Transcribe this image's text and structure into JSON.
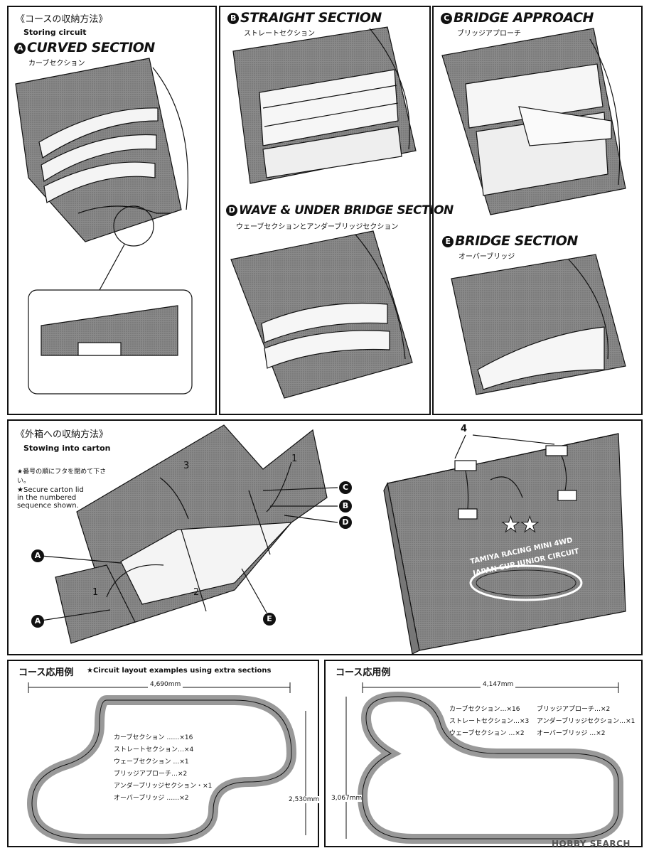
{
  "storing": {
    "title_jp": "《コースの収納方法》",
    "title_en": "Storing circuit",
    "curved": {
      "letter": "A",
      "title": "CURVED SECTION",
      "jp": "カーブセクション"
    },
    "straight": {
      "letter": "B",
      "title": "STRAIGHT SECTION",
      "jp": "ストレートセクション"
    },
    "approach": {
      "letter": "C",
      "title": "BRIDGE APPROACH",
      "jp": "ブリッジアプローチ"
    },
    "wave": {
      "letter": "D",
      "title": "WAVE & UNDER BRIDGE SECTION",
      "jp": "ウェーブセクションとアンダーブリッジセクション"
    },
    "bridge": {
      "letter": "E",
      "title": "BRIDGE SECTION",
      "jp": "オーバーブリッジ"
    }
  },
  "stowing": {
    "title_jp": "《外箱への収納方法》",
    "title_en": "Stowing into carton",
    "note_jp": "★番号の順にフタを閉めて下さい。",
    "note_en": "★Secure carton lid in the numbered sequence shown.",
    "step1": "1",
    "step2": "2",
    "step3": "3",
    "step4": "4",
    "labels": {
      "a": "A",
      "b": "B",
      "c": "C",
      "d": "D",
      "e": "E"
    },
    "box_line1": "TAMIYA RACING MINI 4WD",
    "box_line2": "JAPAN CUP JUNIOR CIRCUIT"
  },
  "layouts": {
    "title_jp": "コース応用例",
    "title_en": "★Circuit layout examples using extra sections",
    "left": {
      "width": "4,690mm",
      "height": "2,530mm",
      "items": [
        "カーブセクション ……×16",
        "ストレートセクション…×4",
        "ウェーブセクション …×1",
        "ブリッジアプローチ…×2",
        "アンダーブリッジセクション・×1",
        "オーバーブリッジ ……×2"
      ]
    },
    "right": {
      "width": "4,147mm",
      "height": "3,067mm",
      "col1": [
        "カーブセクション…×16",
        "ストレートセクション…×3",
        "ウェーブセクション …×2"
      ],
      "col2": [
        "ブリッジアプローチ…×2",
        "アンダーブリッジセクション…×1",
        "オーバーブリッジ …×2"
      ]
    }
  },
  "watermark": "HOBBY SEARCH"
}
